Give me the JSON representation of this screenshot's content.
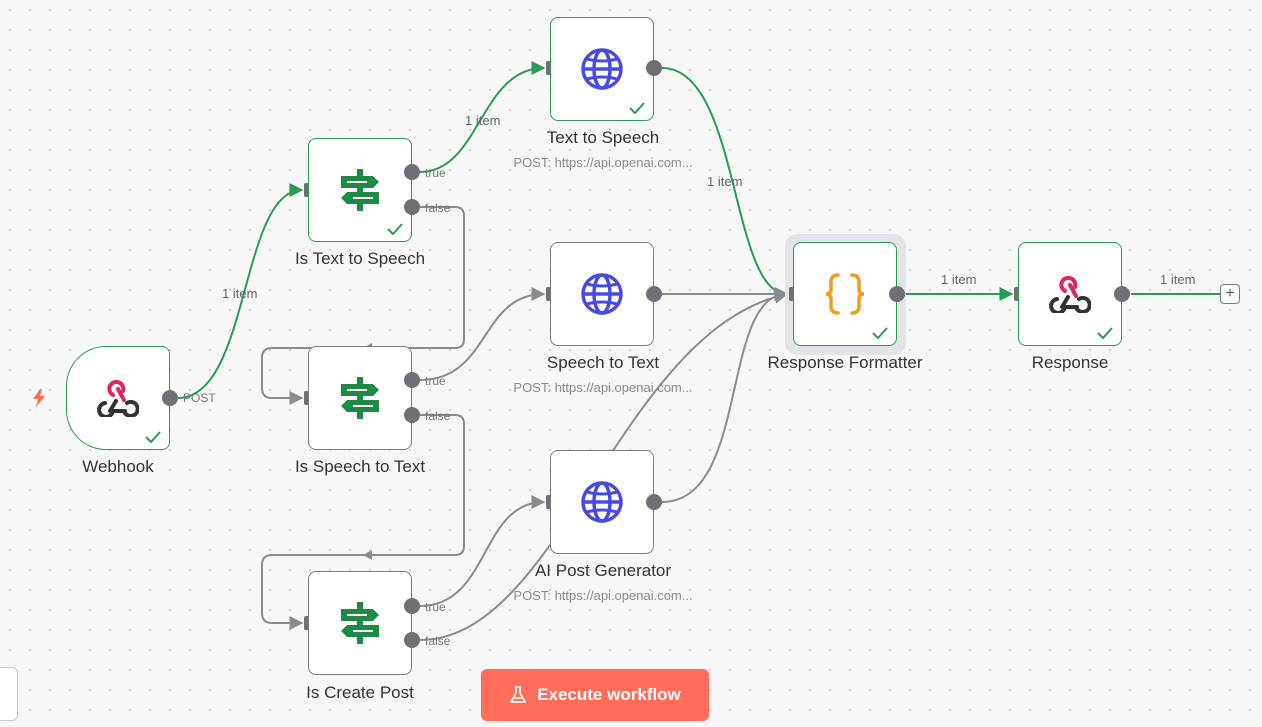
{
  "nodes": {
    "webhook": {
      "label": "Webhook",
      "port": "POST"
    },
    "is_tts": {
      "label": "Is Text to Speech",
      "true": "true",
      "false": "false"
    },
    "is_stt": {
      "label": "Is Speech to Text",
      "true": "true",
      "false": "false"
    },
    "is_post": {
      "label": "Is Create Post",
      "true": "true",
      "false": "false"
    },
    "tts": {
      "label": "Text to Speech",
      "sub": "POST: https://api.openai.com..."
    },
    "stt": {
      "label": "Speech to Text",
      "sub": "POST: https://api.openai.com..."
    },
    "gen": {
      "label": "AI Post Generator",
      "sub": "POST: https://api.openai.com..."
    },
    "formatter": {
      "label": "Response Formatter"
    },
    "response": {
      "label": "Response"
    }
  },
  "edges": {
    "webhook_to_is_tts": "1 item",
    "is_tts_to_tts": "1 item",
    "tts_to_formatter": "1 item",
    "formatter_to_response": "1 item",
    "response_out": "1 item"
  },
  "toolbar": {
    "execute_label": "Execute workflow"
  },
  "colors": {
    "success": "#2c9a55",
    "edge_gray": "#8a8a8f",
    "accent": "#ff6d5a",
    "globe": "#4a4ae0",
    "formatter_braces": "#f39b1e",
    "webhook_red": "#e0245e"
  }
}
